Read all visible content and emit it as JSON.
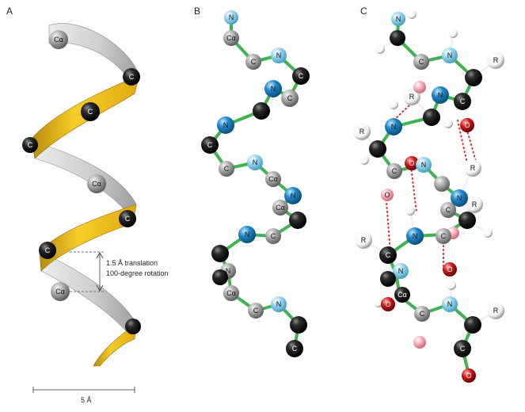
{
  "panels": {
    "a": {
      "label": "A"
    },
    "b": {
      "label": "B"
    },
    "c": {
      "label": "C"
    }
  },
  "atom_labels": {
    "n": "N",
    "c": "C",
    "ca": "Cα",
    "o": "O",
    "r": "R"
  },
  "annotations": {
    "translation": "1.5 Å translation",
    "rotation": "100-degree rotation",
    "width": "5 Å"
  },
  "colors": {
    "ribbon_front": "#f2c21b",
    "ribbon_back": "#c9c9c9",
    "carbon": "#111111",
    "alpha_carbon": "#9a9a9a",
    "nitrogen_dark": "#1f86c9",
    "nitrogen_light": "#8fd3ee",
    "oxygen": "#d11a1a",
    "oxygen_light": "#f2a6b0",
    "hydrogen": "#ffffff",
    "bond": "#3fb34f",
    "hbond": "#d12a2a"
  }
}
